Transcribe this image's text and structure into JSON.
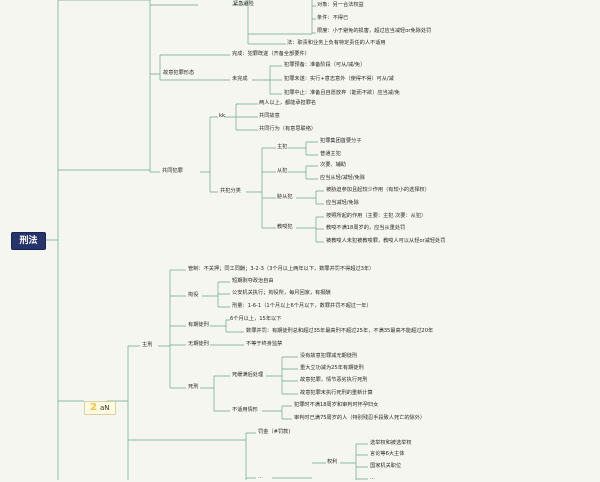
{
  "root": "刑法",
  "sub_branch": {
    "badge": "2",
    "label": "aN"
  },
  "upper": {
    "emergency": {
      "label": "紧急避险",
      "partial": "...",
      "items": [
        "对象：另一合法权益",
        "条件：不得已",
        "限度：小于避免的损害，超过应当减轻or免除处罚"
      ],
      "note": "法：职责和业务上负有特定责任的人不适用"
    },
    "stages": {
      "label": "故意犯罪形态",
      "complete": "完成：犯罪既遂（齐备全部要件）",
      "incomplete": "未完成",
      "children": [
        "犯罪预备：准备阶段（可从/减/免）",
        "犯罪未遂：实行+意志意外（使得不得）可从/减",
        "犯罪中止：准备且自愿放弃（能而不欲）应当减/免"
      ]
    },
    "joint": {
      "label": "共同犯罪",
      "kinds": {
        "label": "kk",
        "items": [
          "两人以上，都能承担罪名",
          "共同故意",
          "共同行为（有意思联络）"
        ]
      },
      "classes": {
        "label": "共犯分类",
        "principal": {
          "label": "主犯",
          "items": [
            "犯罪集团首要分子",
            "普通主犯"
          ]
        },
        "accessory": {
          "label": "从犯",
          "items": [
            "次要、辅助",
            "应当从轻/减轻/免除"
          ]
        },
        "coerced": {
          "label": "胁从犯",
          "items": [
            "被胁迫参加且起较少作用（有较小的选择权）",
            "应当减轻/免除"
          ]
        },
        "instigator": {
          "label": "教唆犯",
          "items": [
            "按照所起的作用（主要：主犯 次要：从犯）",
            "教唆不满18周岁的，应当从重处罚",
            "被教唆人未犯被教唆罪，教唆人可以从轻or减轻处罚"
          ]
        }
      }
    }
  },
  "lower": {
    "main": {
      "label": "主刑",
      "surveillance": "管制：不关押；同工同酬；3-2-3（3个月以上两年以下，数罪并罚不得超过3年）",
      "detention": {
        "label": "拘役",
        "items": [
          "短期剥夺政治自由",
          "公安机关执行；拘役所，每月回家，有报酬",
          "刑量：1-6-1（1个月以上6个月以下，数罪并罚不超过一年）"
        ]
      },
      "fixed_term": {
        "label": "有期徒刑",
        "items": [
          "6个月以上，15年以下",
          "数罪并罚：有期徒刑总和超过35年最高刑不超过25年，不满35最高不能超过20年"
        ]
      },
      "life": {
        "label": "无期徒刑",
        "text": "不等于终身监禁"
      },
      "death": {
        "label": "死刑",
        "reprieve": {
          "label": "死缓满后处理",
          "items": [
            "没有故意犯罪减无期徒刑",
            "重大立功减为25年有期徒刑",
            "故意犯罪，情节恶劣执行死刑",
            "故意犯罪未执行死刑的重新计算"
          ]
        },
        "exempt": {
          "label": "不适用情形",
          "items": [
            "犯罪时不满18周岁和审判时怀孕妇女",
            "审判时已满75周岁的人（特别残忍手段致人死亡的除外）"
          ]
        }
      }
    },
    "supplementary": {
      "fine": "罚金（#罚款)",
      "partial": "...",
      "deprive": {
        "label": "权利",
        "items": [
          "选举权和被选举权",
          "言论等6大主体",
          "国家机关职位",
          "..."
        ]
      }
    }
  }
}
